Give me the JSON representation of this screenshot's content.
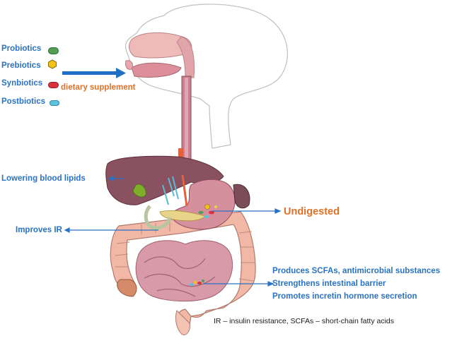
{
  "supplements": [
    {
      "label": "Probiotics",
      "icon": "green-capsule-icon",
      "color": "#4f9f57"
    },
    {
      "label": "Prebiotics",
      "icon": "yellow-hexagon-icon",
      "color": "#f2c21b"
    },
    {
      "label": "Synbiotics",
      "icon": "red-capsule-icon",
      "color": "#d9323f"
    },
    {
      "label": "Postbiotics",
      "icon": "cyan-capsule-icon",
      "color": "#5bc3dd"
    }
  ],
  "dietary_supplement": "dietary supplement",
  "effects": {
    "lipids": "Lowering blood lipids",
    "ir": "Improves IR",
    "undigested": "Undigested",
    "scfa": "Produces SCFAs, antimicrobial substances",
    "barrier": "Strengthens intestinal barrier",
    "incretin": "Promotes incretin hormone secretion"
  },
  "footnote": "IR – insulin resistance, SCFAs – short-chain fatty acids",
  "colors": {
    "label_blue": "#2a72c4",
    "accent_orange": "#e07128",
    "arrow_blue": "#1f6fc5",
    "liver": "#8a5161",
    "esophagus": "#c97f8e",
    "stomach": "#d68f9d",
    "colon": "#f0b8a5",
    "small_intestine": "#d899a8"
  }
}
